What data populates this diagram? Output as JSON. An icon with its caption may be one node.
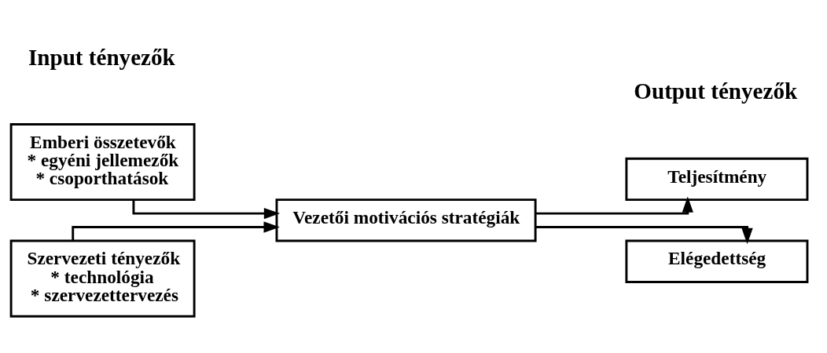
{
  "diagram": {
    "nodes": [
      {
        "text": [
          "Emberi összetevők",
          "* egyéni jellemezők",
          "* csoporthatások"
        ]
      },
      {
        "text": [
          "Szervezeti tényezők",
          "* technológia",
          "* szervezettervezés"
        ]
      },
      {
        "text": [
          "Vezetői motivációs stratégiák"
        ]
      },
      {
        "text": [
          "Teljesítmény"
        ]
      },
      {
        "text": [
          "Elégedettség"
        ]
      }
    ],
    "edges": [
      {
        "from": 0,
        "to": 2,
        "arrow": "to"
      },
      {
        "from": 1,
        "to": 2,
        "arrow": "to"
      },
      {
        "from": 2,
        "to": 3,
        "arrow": "to"
      },
      {
        "from": 2,
        "to": 4,
        "arrow": "to"
      }
    ],
    "labels": [
      "Input tényezők",
      "Output tényezők"
    ]
  }
}
